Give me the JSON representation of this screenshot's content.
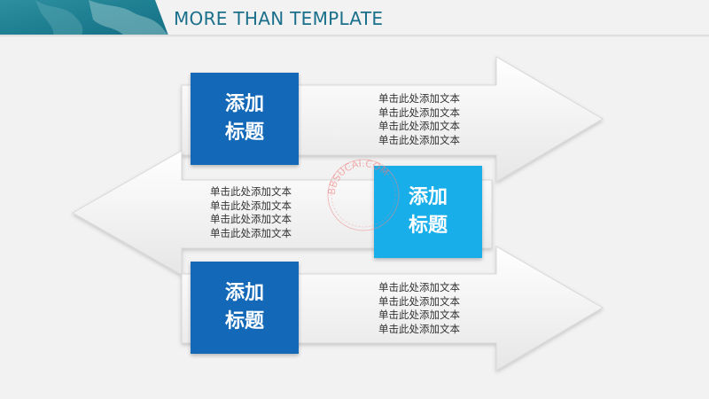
{
  "header": {
    "title": "MORE  THAN TEMPLATE"
  },
  "rows": [
    {
      "title_line1": "添加",
      "title_line2": "标题",
      "lines": [
        "单击此处添加文本",
        "单击此处添加文本",
        "单击此处添加文本",
        "单击此处添加文本"
      ]
    },
    {
      "title_line1": "添加",
      "title_line2": "标题",
      "lines": [
        "单击此处添加文本",
        "单击此处添加文本",
        "单击此处添加文本",
        "单击此处添加文本"
      ]
    },
    {
      "title_line1": "添加",
      "title_line2": "标题",
      "lines": [
        "单击此处添加文本",
        "单击此处添加文本",
        "单击此处添加文本",
        "单击此处添加文本"
      ]
    }
  ],
  "watermark": {
    "text": "BBSUCAI.COM"
  },
  "colors": {
    "title_dark_blue": "#1369b8",
    "title_light_blue": "#18aeea",
    "header_text": "#1a6f8a",
    "arrow_fill": "#f7f7f7"
  }
}
